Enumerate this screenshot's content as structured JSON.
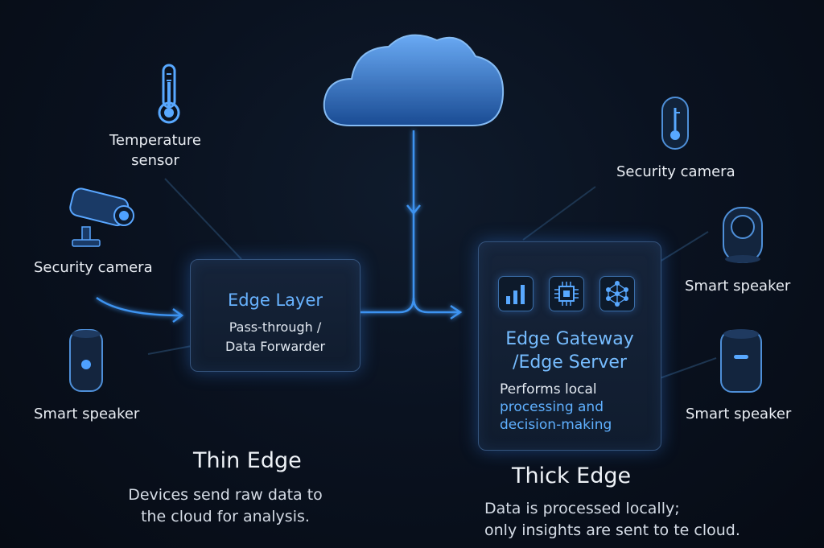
{
  "left_devices": {
    "temperature": "Temperature\nsensor",
    "camera": "Security camera",
    "speaker": "Smart speaker"
  },
  "right_devices": {
    "camera": "Security camera",
    "speaker_top": "Smart speaker",
    "speaker_bottom": "Smart speaker"
  },
  "edge_layer": {
    "title": "Edge Layer",
    "subtitle": "Pass-through /\nData Forwarder"
  },
  "gateway": {
    "title": "Edge Gateway\n/Edge Server",
    "desc_line1": "Performs local",
    "desc_line2": "processing and\ndecision-making",
    "feature_icons": [
      "bar-chart-icon",
      "cpu-chip-icon",
      "neural-network-icon"
    ]
  },
  "thin_edge": {
    "title": "Thin Edge",
    "description": "Devices send raw data to\nthe cloud for analysis."
  },
  "thick_edge": {
    "title": "Thick Edge",
    "description": "Data is processed locally;\nonly insights are sent to te cloud."
  },
  "colors": {
    "background": "#0a1220",
    "accent": "#4da3ff",
    "card_border": "#36557e",
    "highlight_text": "#5fb0ff"
  }
}
